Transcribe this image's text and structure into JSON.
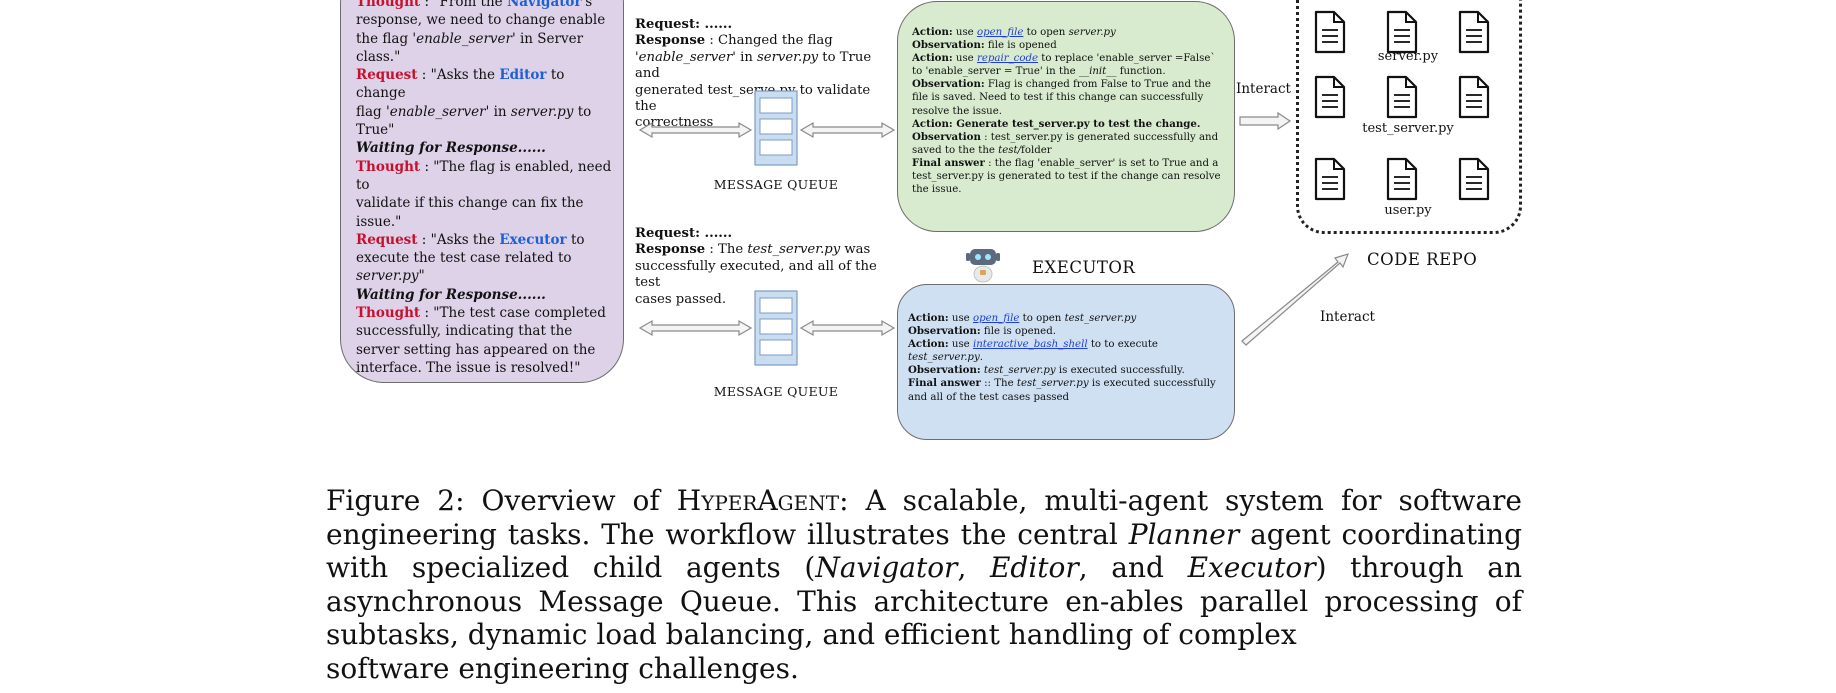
{
  "planner": {
    "l1_kw": "Thought",
    "l1_a": " :  \"From the ",
    "l1_agent": "Navigator",
    "l1_b": "'s",
    "l2": "response, we need to change enable",
    "l3_a": "the flag '",
    "l3_it": "enable_server",
    "l3_b": "' in Server",
    "l4": "class.\"",
    "r1_kw": "Request",
    "r1_a": " : \"Asks the ",
    "r1_agent": "Editor",
    "r1_b": "  to change",
    "r2_a": "flag  '",
    "r2_it1": "enable_server'",
    "r2_b": " in ",
    "r2_it2": "server.py",
    "r2_c": " to",
    "r3": "True\"",
    "wait1": "Waiting for Response......",
    "t2_kw": "Thought",
    "t2_a": " : \"The flag is enabled, need to",
    "t2_l2": "validate if this change can fix the",
    "t2_l3": "issue.\"",
    "r4_kw": "Request",
    "r4_a": " : \"Asks the ",
    "r4_agent": "Executor",
    "r4_b": "  to",
    "r4_l2": "execute the test case related to",
    "r4_l3_it": "server.py",
    "r4_l3_b": "\"",
    "wait2": "Waiting for Response......",
    "t3_kw": "Thought",
    "t3_a": " : \"The test case completed",
    "t3_l2": "successfully, indicating that the",
    "t3_l3": "server setting has appeared on the",
    "t3_l4": "interface. The issue  is resolved!\""
  },
  "message_top": {
    "req_label": "Request: ......",
    "resp_label": "Response",
    "resp_a": " : Changed the flag",
    "l2_a": "'",
    "l2_it": "enable_server'",
    "l2_b": " in ",
    "l2_it2": "server.py",
    "l2_c": " to True and",
    "l3": "generated test_serve.py to validate the",
    "l4": "correctness"
  },
  "message_bottom": {
    "req_label": "Request: ......",
    "resp_label": "Response",
    "resp_a": " : The ",
    "resp_it": "test_server.py",
    "resp_b": " was",
    "l2": "successfully executed, and all of the test",
    "l3": "cases passed."
  },
  "queue_label_top": "MESSAGE QUEUE",
  "queue_label_bottom": "MESSAGE QUEUE",
  "green_box": {
    "a1_lbl": "Action:",
    "a1_a": "  use ",
    "a1_tool": "open_file",
    "a1_b": "  to open ",
    "a1_it": "server.py",
    "o1_lbl": "Observation:",
    "o1_a": "   file is opened",
    "a2_lbl": "Action:",
    "a2_a": "  use ",
    "a2_tool": "repair_code",
    "a2_b": " to replace 'enable_server =False`",
    "a2_l2_a": "to 'enable_server = True' in the ",
    "a2_l2_it": "__init__",
    "a2_l2_b": "  function.",
    "o2_lbl": "Observation:",
    "o2_a": "   Flag is changed from False to True and the",
    "o2_l2": "file is saved. Need to test if this change can successfully",
    "o2_l3": "resolve the issue.",
    "a3_lbl": "Action: Generate test_server.py to test the change.",
    "o3_lbl": "Observation",
    "o3_a": "  : test_server.py is generated successfully and",
    "o3_l2_a": "saved to the the ",
    "o3_l2_it": "test/",
    "o3_l2_b": "folder",
    "f_lbl": "Final answer",
    "f_a": "  : the flag 'enable_server' is set to True and a",
    "f_l2": "test_server.py is generated to test if the change can resolve",
    "f_l3": "the issue."
  },
  "blue_box": {
    "a1_lbl": "Action:",
    "a1_a": "  use ",
    "a1_tool": "open_file",
    "a1_b": "  to open ",
    "a1_it": "test_server.py",
    "o1_lbl": "Observation:",
    "o1_a": "   file is opened.",
    "a2_lbl": "Action:",
    "a2_a": "  use ",
    "a2_tool": "interactive_bash_shell",
    "a2_b": "  to to execute",
    "a2_l2_it": "test_server.py",
    "a2_l2_b": ".",
    "o2_lbl": "Observation:",
    "o2_it": "   test_server.py",
    "o2_b": " is executed successfully.",
    "f_lbl": "Final answer",
    "f_a": "  :: The ",
    "f_it": "test_server.py",
    "f_b": " is executed successfully",
    "f_l2": "and all of the test cases passed"
  },
  "executor_label": "EXECUTOR",
  "code_repo_label": "CODE REPO",
  "files": [
    "server.py",
    "test_server.py",
    "user.py"
  ],
  "interact_top": "Interact",
  "interact_bottom": "Interact",
  "caption": {
    "fig": "Figure 2:  Overview of ",
    "hyper": "HyperAgent",
    "after_hyper": ":  A scalable, multi-agent system for software engineering tasks. The workflow illustrates the central ",
    "planner": "Planner",
    "mid": " agent coordinating with specialized child agents (",
    "navigator": "Navigator",
    "c1": ", ",
    "editor": "Editor",
    "c2": ", and ",
    "executor": "Executor",
    "end": ") through an asynchronous Message Queue. This architecture en-ables parallel processing of subtasks, dynamic load balancing, and efficient handling of complex",
    "last": "software engineering challenges."
  },
  "colors": {
    "planner_bg": "#ddd2e8",
    "green_bg": "#d8ebcf",
    "blue_bg": "#cfe0f3",
    "keyword_red": "#c8102e",
    "agent_blue": "#1f5fd6",
    "queue_blue": "#c9dcf0"
  }
}
